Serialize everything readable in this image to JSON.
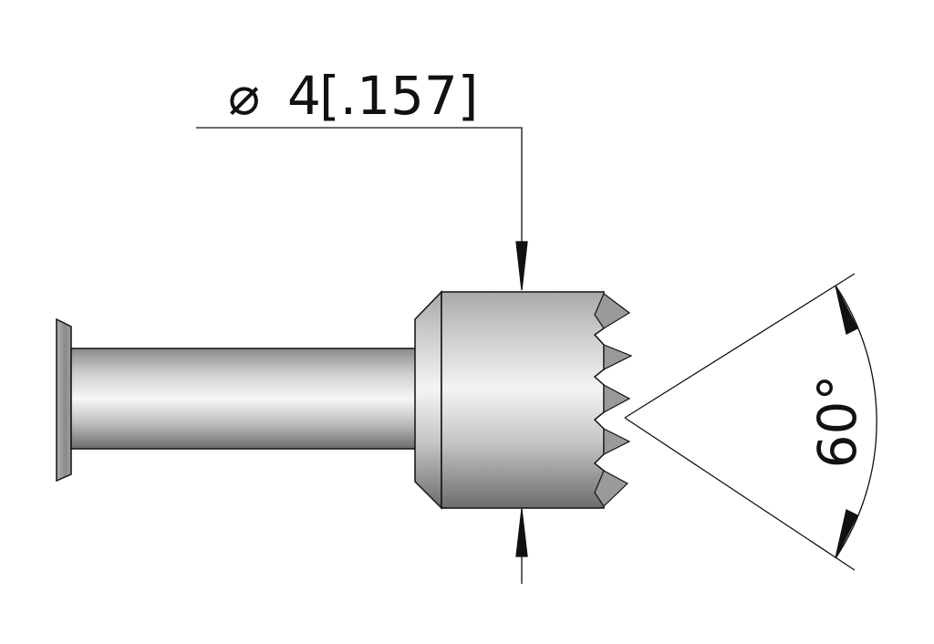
{
  "diameter_dimension": {
    "symbol": "⌀",
    "value": "4",
    "alt_value": "[.157]"
  },
  "angle_dimension": {
    "value": "60°"
  },
  "colors": {
    "line": "#111111",
    "metal_light": "#f2f2f2",
    "metal_dark": "#6e6e6e"
  }
}
